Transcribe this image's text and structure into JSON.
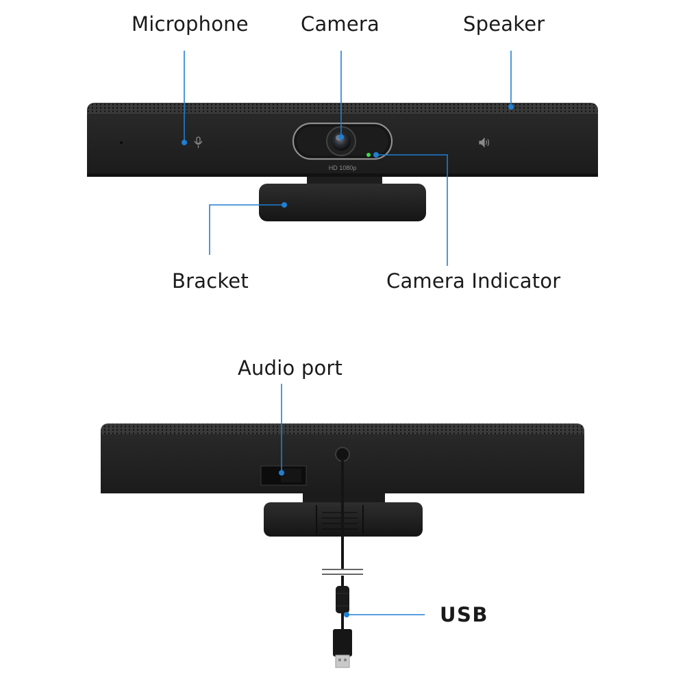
{
  "front_view": {
    "labels": {
      "microphone": "Microphone",
      "camera": "Camera",
      "speaker": "Speaker",
      "bracket": "Bracket",
      "camera_indicator": "Camera Indicator"
    },
    "lens_marking": "HD 1080p",
    "indicator_color": "#3ddc4a"
  },
  "back_view": {
    "labels": {
      "audio_port": "Audio port",
      "usb": "USB"
    }
  },
  "colors": {
    "leader_line": "#1f7fd4",
    "device_body": "#2a2a2a",
    "label_text": "#1a1a1a"
  },
  "icons": [
    "microphone-icon",
    "speaker-icon"
  ]
}
